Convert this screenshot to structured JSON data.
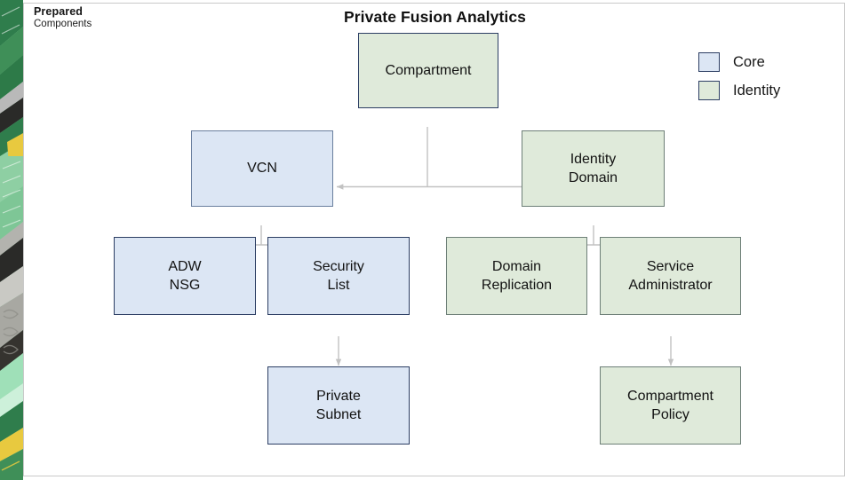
{
  "header": {
    "prepared_label": "Prepared",
    "prepared_sub": "Components",
    "title": "Private Fusion Analytics"
  },
  "legend": {
    "items": [
      {
        "label": "Core",
        "color": "#dce6f4",
        "border": "#2c3e63"
      },
      {
        "label": "Identity",
        "color": "#dfeada",
        "border": "#2c3e63"
      }
    ]
  },
  "diagram": {
    "nodes": [
      {
        "id": "compartment",
        "label": "Compartment",
        "category": "Identity"
      },
      {
        "id": "vcn",
        "label": "VCN",
        "category": "Core"
      },
      {
        "id": "identity-domain",
        "label": "Identity\nDomain",
        "category": "Identity"
      },
      {
        "id": "adw-nsg",
        "label": "ADW\nNSG",
        "category": "Core"
      },
      {
        "id": "security-list",
        "label": "Security\nList",
        "category": "Core"
      },
      {
        "id": "domain-replication",
        "label": "Domain\nReplication",
        "category": "Identity"
      },
      {
        "id": "service-administrator",
        "label": "Service\nAdministrator",
        "category": "Identity"
      },
      {
        "id": "private-subnet",
        "label": "Private\nSubnet",
        "category": "Core"
      },
      {
        "id": "compartment-policy",
        "label": "Compartment\nPolicy",
        "category": "Identity"
      }
    ],
    "edges": [
      {
        "from": "compartment",
        "to": "vcn",
        "arrow": "both"
      },
      {
        "from": "compartment",
        "to": "identity-domain",
        "arrow": "both"
      },
      {
        "from": "vcn",
        "to": "adw-nsg",
        "arrow": "end"
      },
      {
        "from": "vcn",
        "to": "security-list",
        "arrow": "end"
      },
      {
        "from": "identity-domain",
        "to": "domain-replication",
        "arrow": "end"
      },
      {
        "from": "identity-domain",
        "to": "service-administrator",
        "arrow": "end"
      },
      {
        "from": "security-list",
        "to": "private-subnet",
        "arrow": "end"
      },
      {
        "from": "service-administrator",
        "to": "compartment-policy",
        "arrow": "end"
      }
    ]
  },
  "node_text": {
    "compartment": "Compartment",
    "vcn": "VCN",
    "identity_domain_1": "Identity",
    "identity_domain_2": "Domain",
    "adw_nsg_1": "ADW",
    "adw_nsg_2": "NSG",
    "security_list_1": "Security",
    "security_list_2": "List",
    "domain_replication_1": "Domain",
    "domain_replication_2": "Replication",
    "service_administrator_1": "Service",
    "service_administrator_2": "Administrator",
    "private_subnet_1": "Private",
    "private_subnet_2": "Subnet",
    "compartment_policy_1": "Compartment",
    "compartment_policy_2": "Policy"
  }
}
